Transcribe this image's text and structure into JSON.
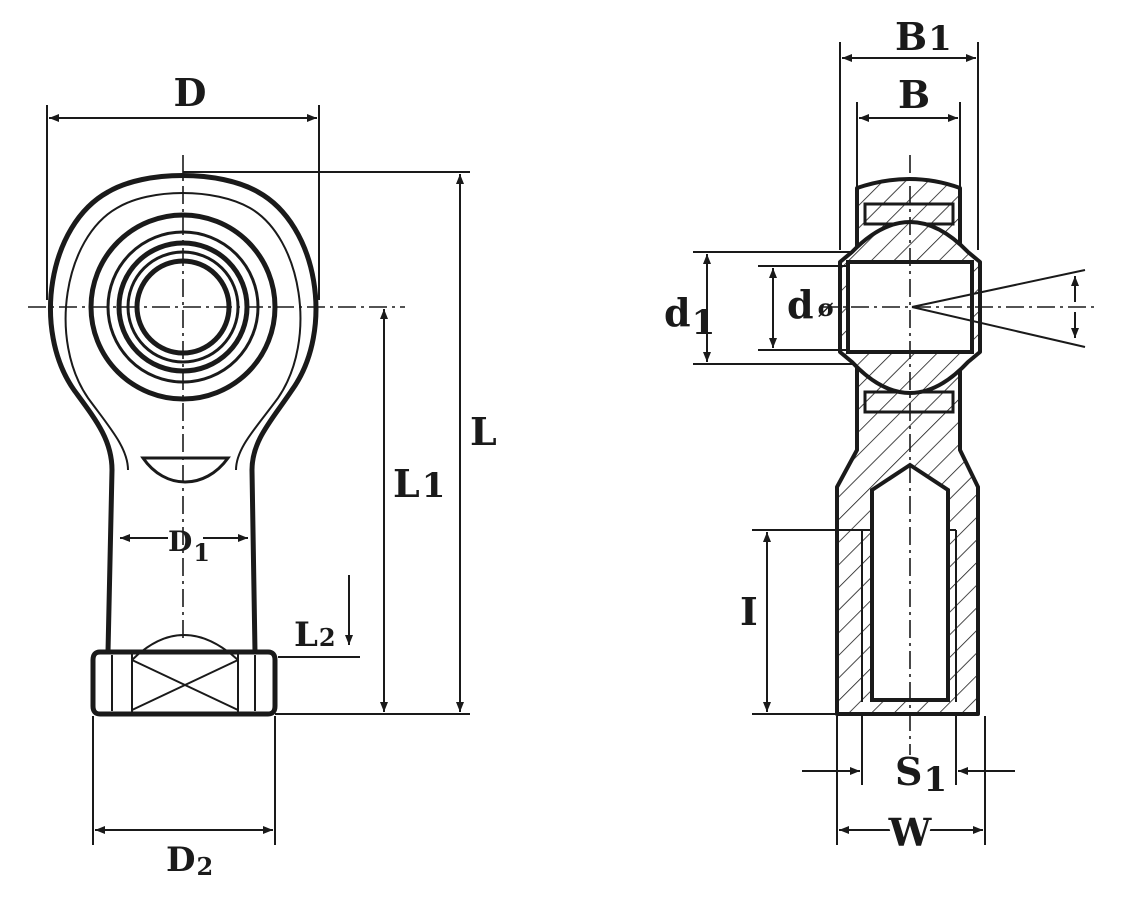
{
  "labels": {
    "D": "D",
    "D1": "D",
    "D1_sub": "1",
    "D2": "D",
    "D2_sub": "2",
    "L": "L",
    "L1": "L",
    "L1_sub": "1",
    "L2": "L",
    "L2_sub": "2",
    "B1": "B",
    "B1_sub": "1",
    "B": "B",
    "d1": "d",
    "d1_sub": "1",
    "d": "d",
    "d_sym": "ø",
    "I": "I",
    "S1": "S",
    "S1_sub": "1",
    "W": "W"
  }
}
